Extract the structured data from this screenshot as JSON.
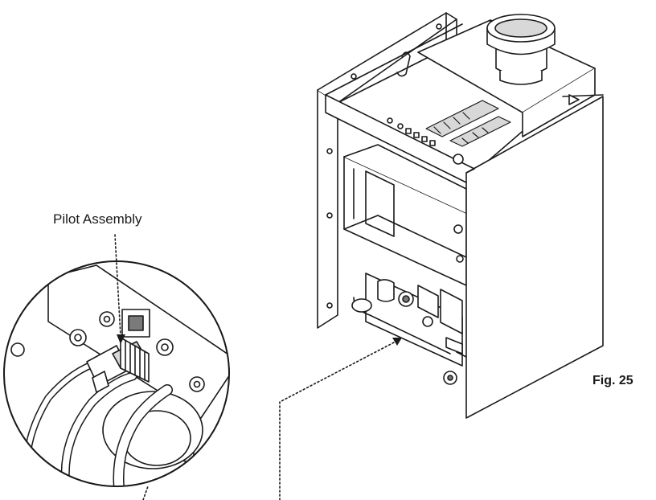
{
  "labels": {
    "pilot_assembly": "Pilot Assembly",
    "figure": "Fig. 25"
  },
  "colors": {
    "line": "#1a1a1a",
    "fill": "#ffffff",
    "shade": "#d8d8d8",
    "dark": "#7a7a7a"
  },
  "icons": {
    "pointer": "dotted-leader-line",
    "detail": "circular-magnified-detail"
  }
}
